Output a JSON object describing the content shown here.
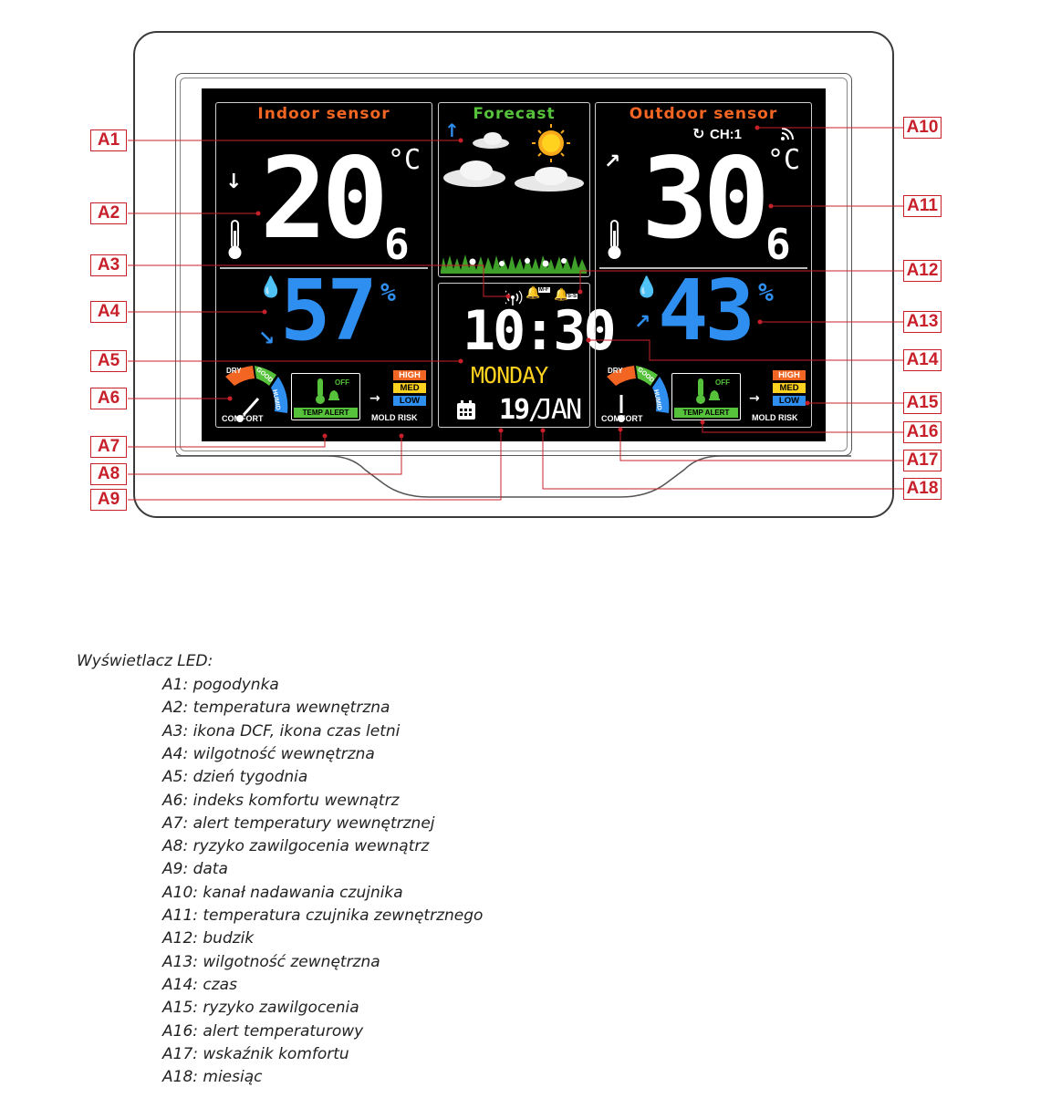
{
  "display": {
    "indoor": {
      "title": "Indoor sensor",
      "temp_int": "20",
      "temp_dec": "6",
      "temp_unit": "°C",
      "humidity": "57",
      "humidity_unit": "%",
      "comfort_label": "COMFORT",
      "comfort_levels": [
        "DRY",
        "GOOD",
        "HUMID"
      ],
      "alert_off": "OFF",
      "alert_label": "TEMP ALERT",
      "mold_levels": [
        "HIGH",
        "MED",
        "LOW"
      ],
      "mold_label": "MOLD RISK"
    },
    "forecast": {
      "title": "Forecast"
    },
    "clock": {
      "alarm1_tag": "M-F",
      "alarm2_tag": "S-S",
      "time": "10:30",
      "weekday": "MONDAY",
      "day": "19",
      "separator": "/",
      "month": "JAN"
    },
    "outdoor": {
      "title": "Outdoor sensor",
      "channel": "CH:1",
      "temp_int": "30",
      "temp_dec": "6",
      "temp_unit": "°C",
      "humidity": "43",
      "humidity_unit": "%",
      "comfort_label": "COMFORT",
      "comfort_levels": [
        "DRY",
        "GOOD",
        "HUMID"
      ],
      "alert_off": "OFF",
      "alert_label": "TEMP ALERT",
      "mold_levels": [
        "HIGH",
        "MED",
        "LOW"
      ],
      "mold_label": "MOLD RISK"
    },
    "colors": {
      "lcd_bg": "#000000",
      "title_orange": "#f26522",
      "title_green": "#56c13a",
      "digit_blue": "#2e8ff0",
      "digit_yellow": "#ffd21f",
      "callout_red": "#c8202a"
    }
  },
  "callouts": {
    "left": [
      "A1",
      "A2",
      "A3",
      "A4",
      "A5",
      "A6",
      "A7",
      "A8",
      "A9"
    ],
    "right": [
      "A10",
      "A11",
      "A12",
      "A13",
      "A14",
      "A15",
      "A16",
      "A17",
      "A18"
    ]
  },
  "legend": {
    "heading": "Wyświetlacz LED:",
    "items": [
      "A1: pogodynka",
      "A2: temperatura wewnętrzna",
      "A3: ikona DCF, ikona czas letni",
      "A4: wilgotność wewnętrzna",
      "A5: dzień tygodnia",
      "A6: indeks komfortu wewnątrz",
      "A7: alert temperatury wewnętrznej",
      "A8: ryzyko zawilgocenia wewnątrz",
      "A9: data",
      "A10: kanał nadawania czujnika",
      "A11: temperatura czujnika zewnętrznego",
      "A12: budzik",
      "A13: wilgotność zewnętrzna",
      "A14: czas",
      "A15: ryzyko zawilgocenia",
      "A16: alert temperaturowy",
      "A17: wskaźnik komfortu",
      "A18: miesiąc"
    ]
  }
}
